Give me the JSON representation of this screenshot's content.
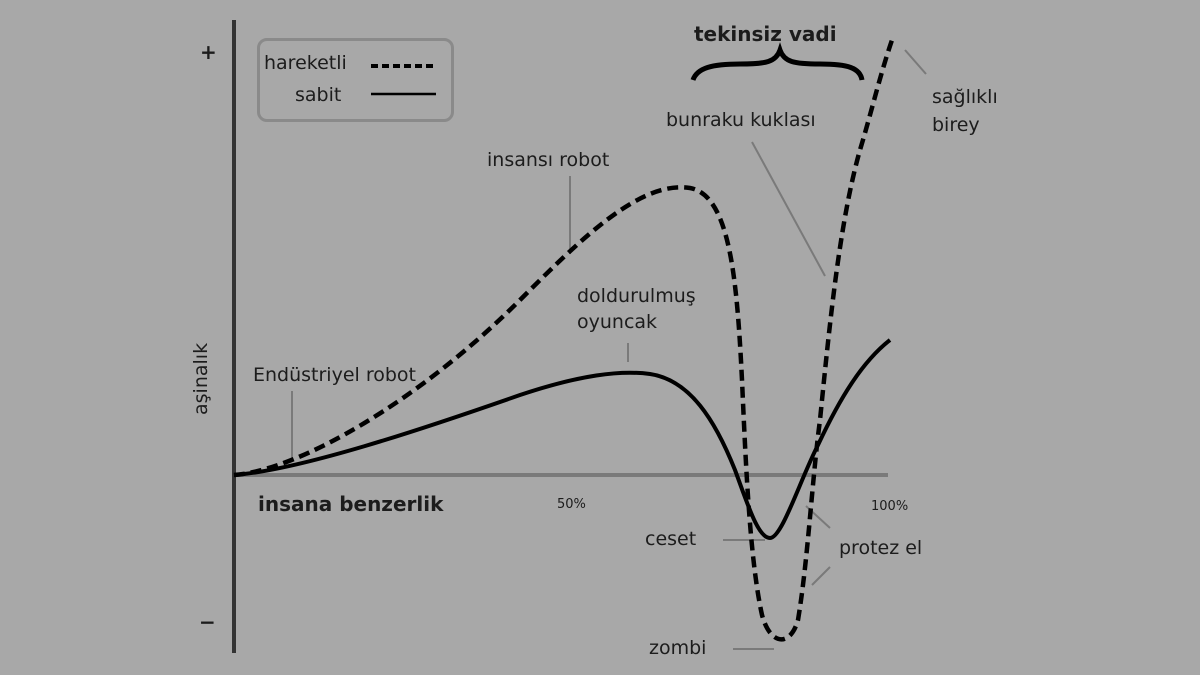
{
  "title": "tekinsiz vadi",
  "axes": {
    "y_label": "aşinalık",
    "x_label": "insana benzerlik",
    "y_plus": "+",
    "y_minus": "−",
    "x_tick_50": "50%",
    "x_tick_100": "100%"
  },
  "legend": {
    "items": [
      {
        "label": "hareketli",
        "style": "dashed"
      },
      {
        "label": "sabit",
        "style": "solid"
      }
    ]
  },
  "annotations": {
    "industrial_robot": "Endüstriyel robot",
    "humanoid_robot": "insansı robot",
    "stuffed_toy_line1": "doldurulmuş",
    "stuffed_toy_line2": "oyuncak",
    "bunraku": "bunraku kuklası",
    "healthy_line1": "sağlıklı",
    "healthy_line2": "birey",
    "corpse": "ceset",
    "prosthetic_hand": "protez el",
    "zombie": "zombi"
  },
  "colors": {
    "background": "#a8a8a8",
    "curve": "#000000",
    "axis": "#333333",
    "baseline": "#777777",
    "leader": "#7a7a7a"
  },
  "chart_data": {
    "type": "line",
    "title": "tekinsiz vadi",
    "xlabel": "insana benzerlik",
    "ylabel": "aşinalık",
    "x_ticks": [
      "50%",
      "100%"
    ],
    "xlim": [
      0,
      100
    ],
    "y_range_labels": [
      "−",
      "+"
    ],
    "legend_position": "top-left",
    "grid": false,
    "series": [
      {
        "name": "hareketli",
        "style": "dashed",
        "x": [
          0,
          10,
          25,
          40,
          50,
          57,
          67,
          73,
          76,
          78,
          80,
          83,
          85,
          88,
          90,
          93,
          100
        ],
        "y": [
          0,
          5,
          20,
          42,
          60,
          68,
          70,
          55,
          0,
          -50,
          -80,
          -88,
          -80,
          -30,
          25,
          70,
          115
        ],
        "points_labeled": {
          "Endüstriyel robot": 8,
          "insansı robot": 52,
          "bunraku kuklası": 90,
          "zombi": 83,
          "protez el": 88,
          "sağlıklı birey": 100
        }
      },
      {
        "name": "sabit",
        "style": "solid",
        "x": [
          0,
          10,
          30,
          50,
          59,
          65,
          72,
          78,
          82,
          85,
          90,
          95,
          100
        ],
        "y": [
          0,
          3,
          15,
          25,
          26,
          23,
          12,
          -8,
          -18,
          -12,
          3,
          18,
          35
        ],
        "points_labeled": {
          "doldurulmuş oyuncak": 60,
          "ceset": 82
        }
      }
    ],
    "annotations": [
      "tekinsiz vadi (brace over ~70%–95%)"
    ]
  }
}
